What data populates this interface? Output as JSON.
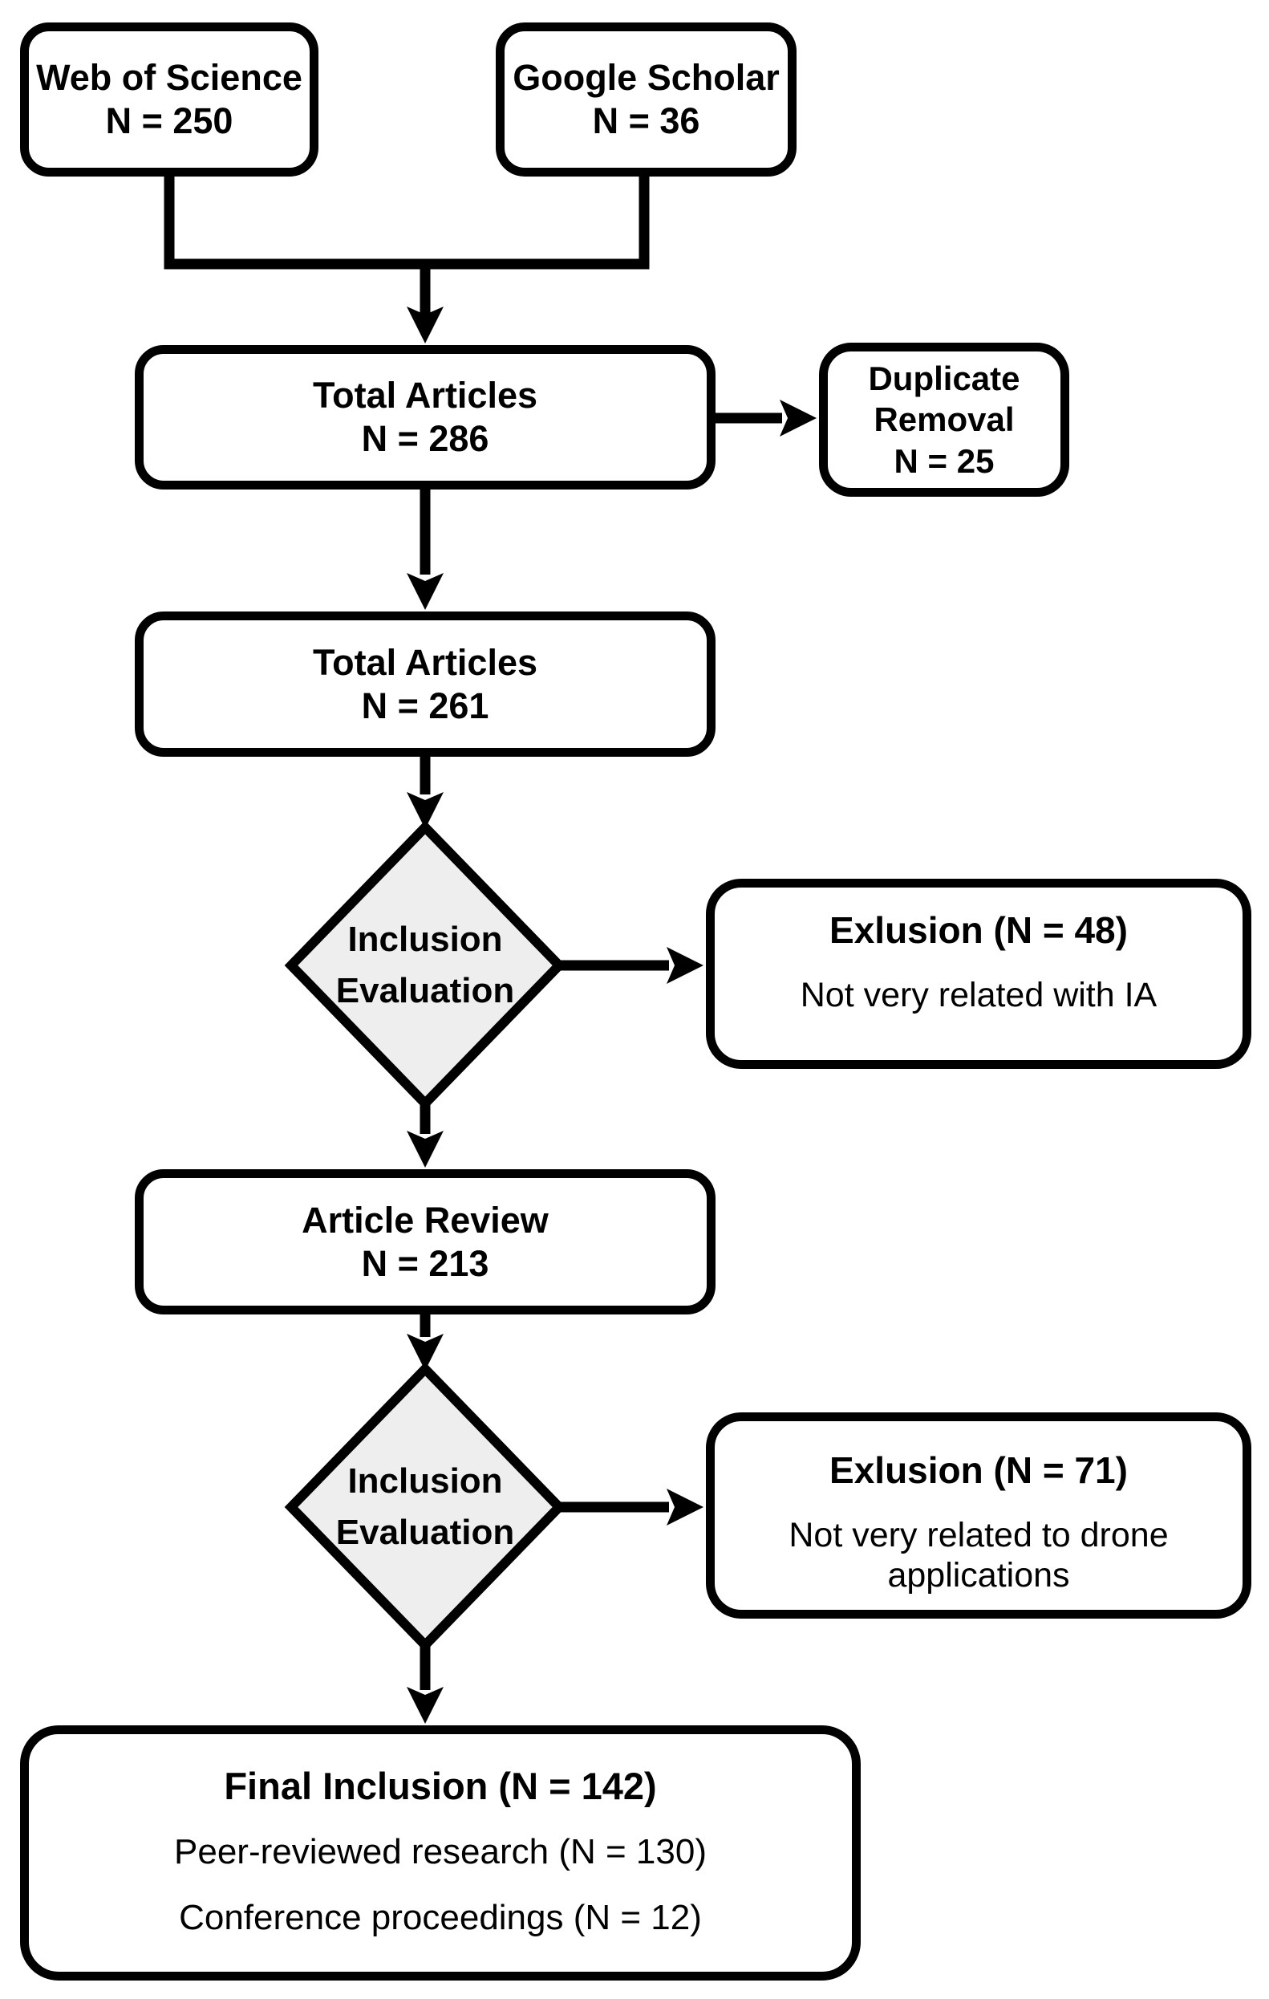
{
  "colors": {
    "background": "#ffffff",
    "stroke": "#000000",
    "diamond_fill": "#eeeeee",
    "text": "#000000"
  },
  "nodes": {
    "web_of_science": {
      "label": "Web of Science",
      "count": "N = 250"
    },
    "google_scholar": {
      "label": "Google Scholar",
      "count": "N = 36"
    },
    "total_articles_initial": {
      "label": "Total Articles",
      "count": "N = 286"
    },
    "duplicate_removal": {
      "label": "Duplicate Removal",
      "count": "N = 25"
    },
    "total_articles_deduped": {
      "label": "Total Articles",
      "count": "N = 261"
    },
    "inclusion_evaluation_1": {
      "line1": "Inclusion",
      "line2": "Evaluation"
    },
    "exclusion_1": {
      "title": "Exlusion (N = 48)",
      "reason": "Not very related with IA"
    },
    "article_review": {
      "label": "Article Review",
      "count": "N = 213"
    },
    "inclusion_evaluation_2": {
      "line1": "Inclusion",
      "line2": "Evaluation"
    },
    "exclusion_2": {
      "title": "Exlusion (N = 71)",
      "reason": "Not very related to drone applications"
    },
    "final_inclusion": {
      "title": "Final Inclusion (N = 142)",
      "detail1": "Peer-reviewed research (N = 130)",
      "detail2": "Conference proceedings (N = 12)"
    }
  }
}
